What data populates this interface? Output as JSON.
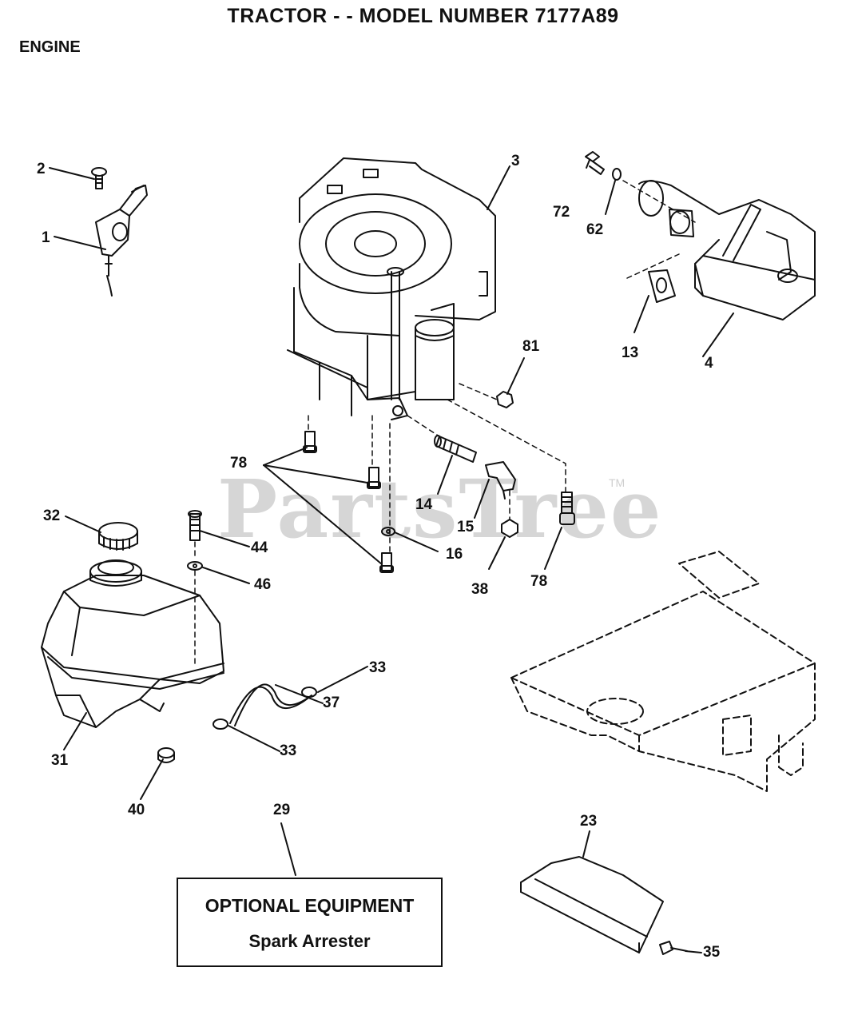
{
  "header": {
    "title": "TRACTOR - - MODEL NUMBER 7177A89",
    "section": "ENGINE"
  },
  "watermark": {
    "text": "PartsTree",
    "tm": "TM"
  },
  "callouts": [
    {
      "id": "c1",
      "text": "1"
    },
    {
      "id": "c2",
      "text": "2"
    },
    {
      "id": "c3",
      "text": "3"
    },
    {
      "id": "c4",
      "text": "4"
    },
    {
      "id": "c13",
      "text": "13"
    },
    {
      "id": "c14",
      "text": "14"
    },
    {
      "id": "c15",
      "text": "15"
    },
    {
      "id": "c16",
      "text": "16"
    },
    {
      "id": "c23",
      "text": "23"
    },
    {
      "id": "c29",
      "text": "29"
    },
    {
      "id": "c31",
      "text": "31"
    },
    {
      "id": "c32",
      "text": "32"
    },
    {
      "id": "c33a",
      "text": "33"
    },
    {
      "id": "c33b",
      "text": "33"
    },
    {
      "id": "c35",
      "text": "35"
    },
    {
      "id": "c37",
      "text": "37"
    },
    {
      "id": "c38",
      "text": "38"
    },
    {
      "id": "c40",
      "text": "40"
    },
    {
      "id": "c44",
      "text": "44"
    },
    {
      "id": "c46",
      "text": "46"
    },
    {
      "id": "c62",
      "text": "62"
    },
    {
      "id": "c72",
      "text": "72"
    },
    {
      "id": "c78a",
      "text": "78"
    },
    {
      "id": "c78b",
      "text": "78"
    },
    {
      "id": "c81",
      "text": "81"
    }
  ],
  "optional_box": {
    "heading": "OPTIONAL EQUIPMENT",
    "item": "Spark Arrester"
  }
}
